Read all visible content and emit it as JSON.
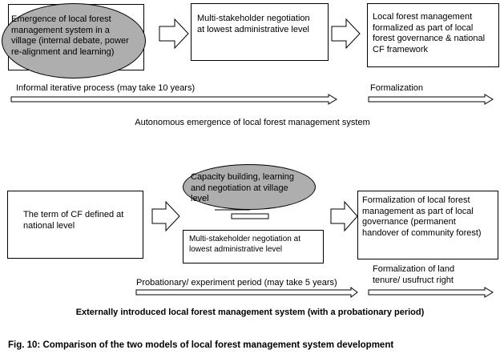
{
  "top": {
    "oval_text": "Emergence of local forest management system in a village (internal debate, power re-alignment and learning)",
    "box2_text": "Multi-stakeholder negotiation at lowest administrative level",
    "box3_text": "Local forest management formalized as part of local forest governance & national CF framework",
    "arrow1_label": "Informal iterative process (may take 10 years)",
    "arrow2_label": "Formalization",
    "caption": "Autonomous emergence of local forest management system"
  },
  "bottom": {
    "oval_text": "Capacity building, learning and negotiation at village level",
    "box1_text": "The term of CF defined at national level",
    "box2_text": "Multi-stakeholder negotiation at lowest administrative level",
    "box3_text": "Formalization of local forest management as part of local governance (permanent handover of community forest)",
    "arrow1_label": "Probationary/ experiment period (may take 5 years)",
    "arrow2_label": "Formalization of land tenure/ usufruct right",
    "caption": "Externally introduced local forest management system (with a probationary period)"
  },
  "figure_caption": "Fig. 10: Comparison of the two models of local forest management system development"
}
